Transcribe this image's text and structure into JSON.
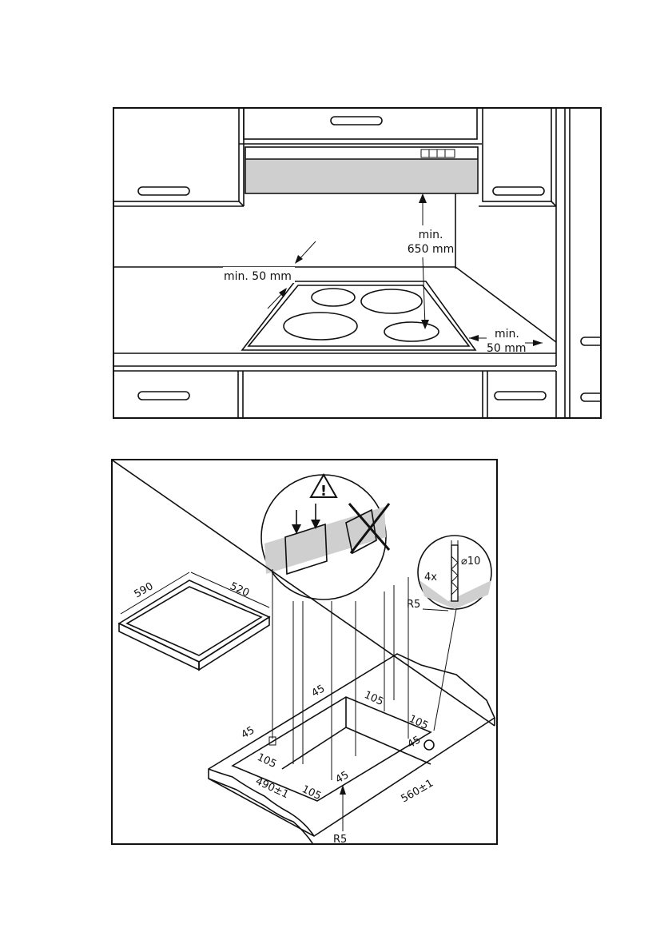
{
  "top_diagram": {
    "label_hood_clearance_1": "min.",
    "label_hood_clearance_2": "650 mm",
    "label_back_clearance": "min. 50 mm",
    "label_side_clearance_1": "min.",
    "label_side_clearance_2": "50 mm"
  },
  "bottom_diagram": {
    "hob_width": "590",
    "hob_depth": "520",
    "drill_count": "4x",
    "drill_diameter": "⌀10",
    "radius_top": "R5",
    "radius_bottom": "R5",
    "dim_45_a": "45",
    "dim_45_b": "45",
    "dim_45_c": "45",
    "dim_45_d": "45",
    "dim_105_a": "105",
    "dim_105_b": "105",
    "dim_105_c": "105",
    "dim_105_d": "105",
    "cutout_width": "560±1",
    "cutout_depth": "490±1"
  }
}
